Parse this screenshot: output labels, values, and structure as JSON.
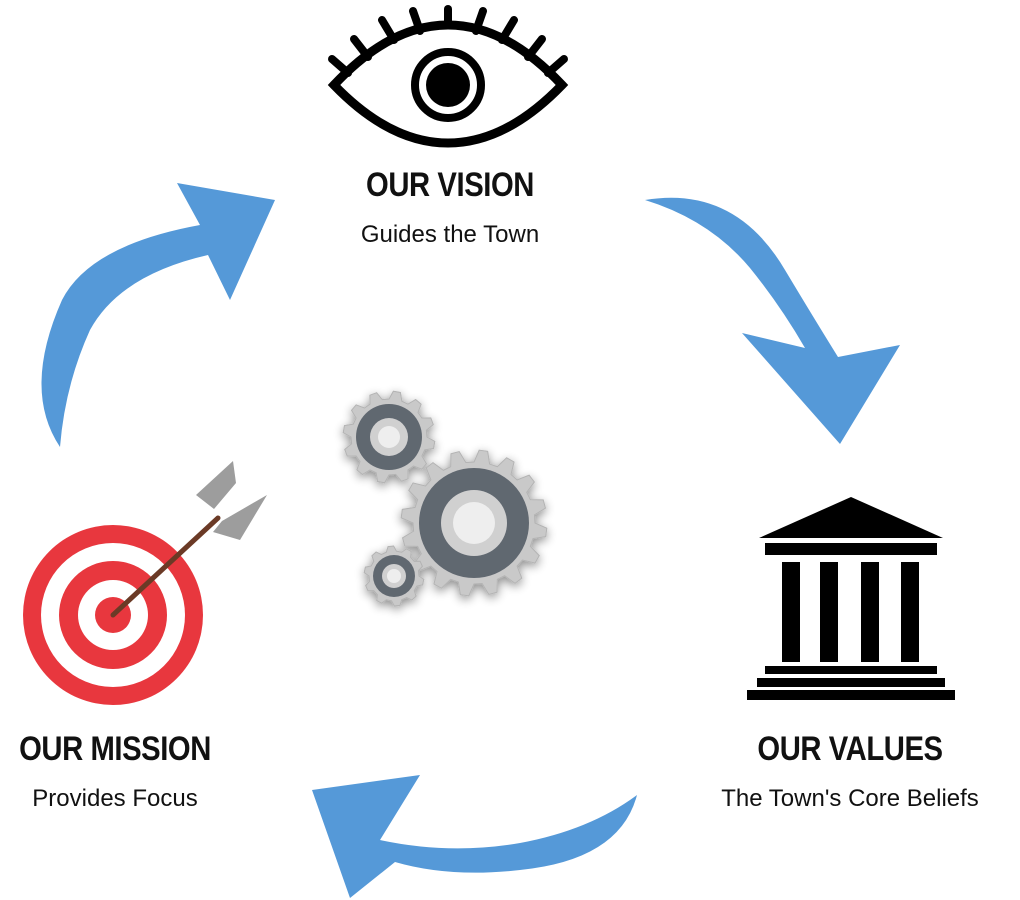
{
  "vision": {
    "title": "OUR VISION",
    "subtitle": "Guides the Town"
  },
  "values": {
    "title": "OUR VALUES",
    "subtitle": "The Town's Core Beliefs"
  },
  "mission": {
    "title": "OUR MISSION",
    "subtitle": "Provides Focus"
  },
  "colors": {
    "arrow": "#5599d8",
    "icon": "#000000",
    "target_red": "#e8373e",
    "gear": "#606770",
    "dart_shaft": "#6b3a26",
    "fletching": "#9d9d9d"
  },
  "icons": {
    "vision": "eye-icon",
    "values": "building-icon",
    "mission": "target-icon",
    "center": "gears-icon"
  }
}
